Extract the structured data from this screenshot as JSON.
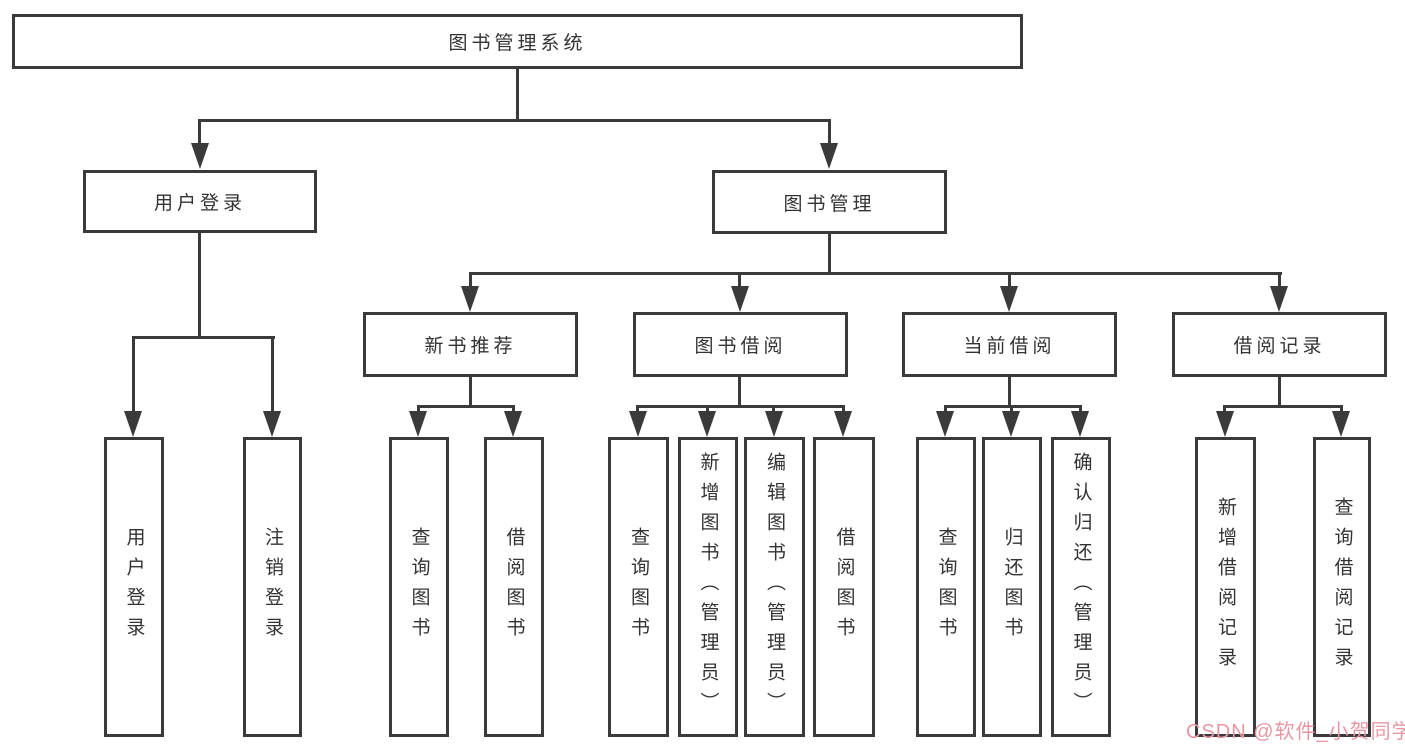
{
  "tree": {
    "root": "图书管理系统",
    "branches": [
      {
        "label": "用户登录",
        "children": [
          "用户登录",
          "注销登录"
        ]
      },
      {
        "label": "图书管理",
        "sections": [
          {
            "label": "新书推荐",
            "children": [
              "查询图书",
              "借阅图书"
            ]
          },
          {
            "label": "图书借阅",
            "children": [
              "查询图书",
              "新增图书（管理员）",
              "编辑图书（管理员）",
              "借阅图书"
            ]
          },
          {
            "label": "当前借阅",
            "children": [
              "查询图书",
              "归还图书",
              "确认归还（管理员）"
            ]
          },
          {
            "label": "借阅记录",
            "children": [
              "新增借阅记录",
              "查询借阅记录"
            ]
          }
        ]
      }
    ]
  },
  "watermark": {
    "text": "CSDN @软件_小贺同学"
  },
  "colors": {
    "line": "#3a3a3a",
    "ink": "#333333",
    "watermark": "#e897a2",
    "bg": "#ffffff"
  }
}
